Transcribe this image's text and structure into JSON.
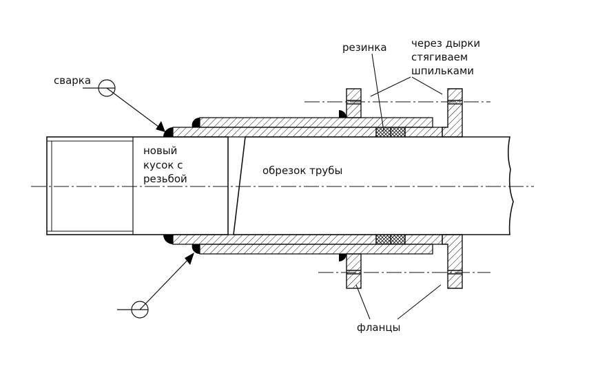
{
  "colors": {
    "ink": "#111111",
    "background": "#ffffff"
  },
  "labels": {
    "weld": "сварка",
    "new_piece": [
      "новый",
      "кусок с",
      "резьбой"
    ],
    "pipe_cut": "обрезок трубы",
    "rubber": "резинка",
    "studs_note": [
      "через дырки",
      "стягиваем",
      "шпильками"
    ],
    "flanges": "фланцы"
  }
}
